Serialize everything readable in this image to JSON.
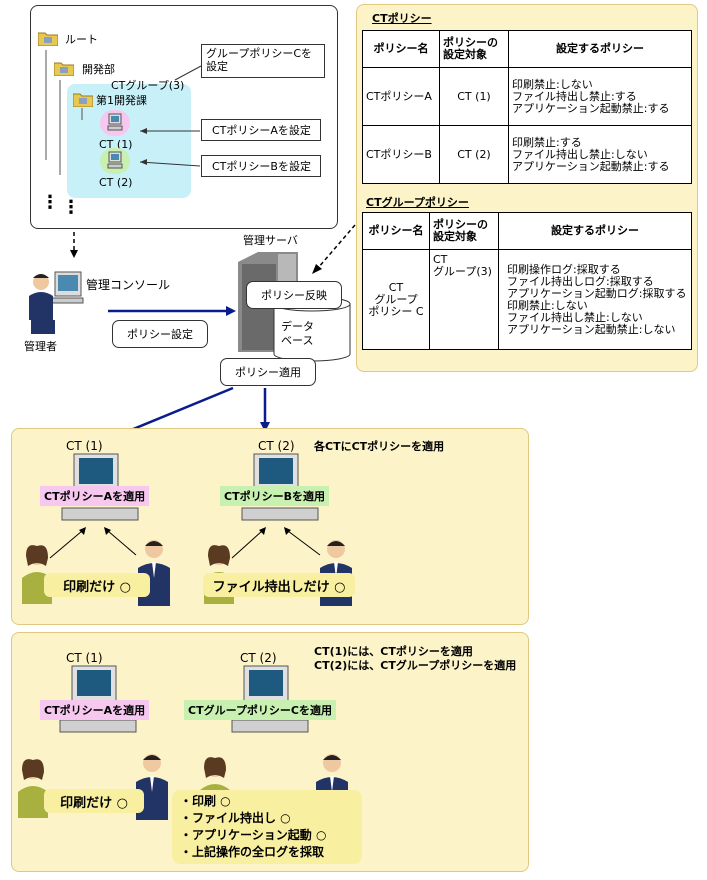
{
  "tree": {
    "root": "ルート",
    "dept": "開発部",
    "group": "CTグループ(3)",
    "section": "第1開発課",
    "ct1": "CT (1)",
    "ct2": "CT (2)",
    "dots_left": "⋮",
    "dots_right": "⋮"
  },
  "callouts": {
    "group_policy": "グループポリシーCを設定",
    "policy_a": "CTポリシーAを設定",
    "policy_b": "CTポリシーBを設定"
  },
  "server": {
    "title": "管理サーバ",
    "reflect": "ポリシー反映",
    "db": "データベース",
    "apply": "ポリシー適用"
  },
  "console": {
    "label": "管理コンソール",
    "admin": "管理者",
    "policy_setting": "ポリシー設定"
  },
  "ct_policy_table": {
    "title": "CTポリシー",
    "headers": [
      "ポリシー名",
      "ポリシーの設定対象",
      "設定するポリシー"
    ],
    "rows": [
      {
        "name": "CTポリシーA",
        "target": "CT (1)",
        "policies": [
          "印刷禁止:しない",
          "ファイル持出し禁止:する",
          "アプリケーション起動禁止:する"
        ]
      },
      {
        "name": "CTポリシーB",
        "target": "CT (2)",
        "policies": [
          "印刷禁止:する",
          "ファイル持出し禁止:しない",
          "アプリケーション起動禁止:する"
        ]
      }
    ]
  },
  "group_policy_table": {
    "title": "CTグループポリシー",
    "headers": [
      "ポリシー名",
      "ポリシーの設定対象",
      "設定するポリシー"
    ],
    "row": {
      "name": [
        "CT",
        "グループ",
        "ポリシー C"
      ],
      "target": [
        "CT",
        "グループ(3)"
      ],
      "policies": [
        "印刷操作ログ:採取する",
        "ファイル持出しログ:採取する",
        "アプリケーション起動ログ:採取する",
        "印刷禁止:しない",
        "ファイル持出し禁止:しない",
        "アプリケーション起動禁止:しない"
      ]
    }
  },
  "panel1": {
    "heading": "各CTにCTポリシーを適用",
    "ct1": "CT (1)",
    "ct2": "CT (2)",
    "tag1": "CTポリシーAを適用",
    "tag2": "CTポリシーBを適用",
    "pill1": "印刷だけ ○",
    "pill2": "ファイル持出しだけ ○"
  },
  "panel2": {
    "heading1": "CT(1)には、CTポリシーを適用",
    "heading2": "CT(2)には、CTグループポリシーを適用",
    "ct1": "CT (1)",
    "ct2": "CT (2)",
    "tag1": "CTポリシーAを適用",
    "tag2": "CTグループポリシーCを適用",
    "pill1": "印刷だけ ○",
    "list": [
      "・印刷 ○",
      "・ファイル持出し ○",
      "・アプリケーション起動 ○",
      "・上記操作の全ログを採取"
    ]
  },
  "colors": {
    "arrow": "#0a1c8c",
    "panel": "#fcf4c8",
    "group_highlight": "#c8f0f8",
    "pink_tag": "#f6c8f0",
    "green_tag": "#c8f0b0"
  }
}
